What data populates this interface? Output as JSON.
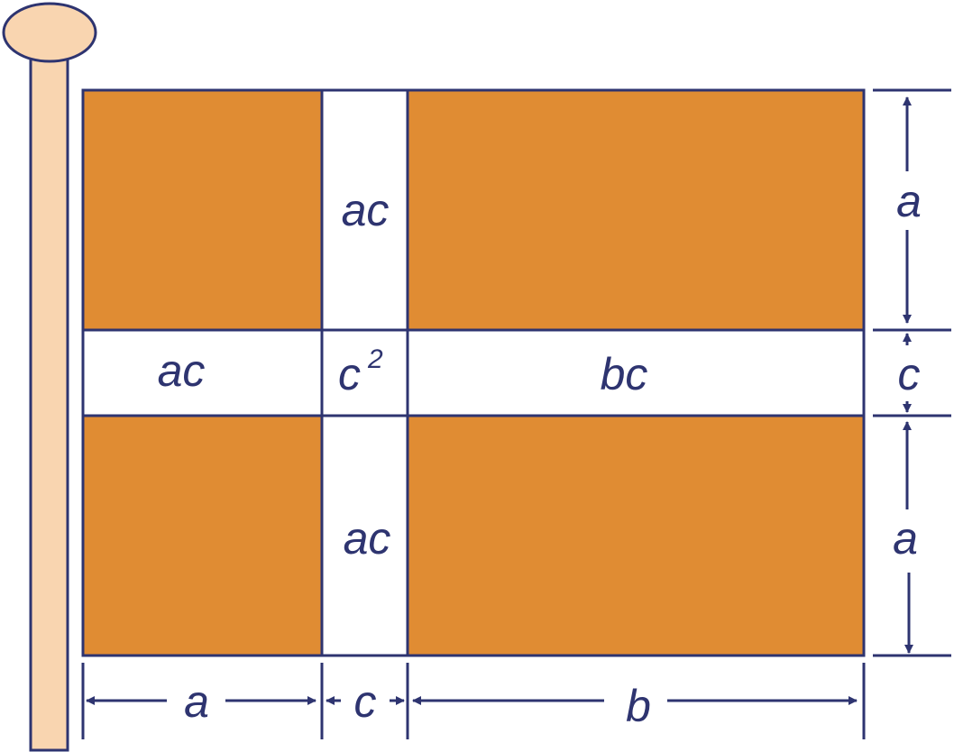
{
  "colors": {
    "orange": "#E08C33",
    "pole": "#F9D5B0",
    "stroke": "#2E3470"
  },
  "labels": {
    "top_stripe": "ac",
    "left_stripe": "ac",
    "center_base": "c",
    "center_exp": "2",
    "right_stripe": "bc",
    "bottom_stripe": "ac"
  },
  "dimensions": {
    "right_top": "a",
    "right_middle": "c",
    "right_bottom": "a",
    "bottom_left": "a",
    "bottom_middle": "c",
    "bottom_right": "b"
  }
}
